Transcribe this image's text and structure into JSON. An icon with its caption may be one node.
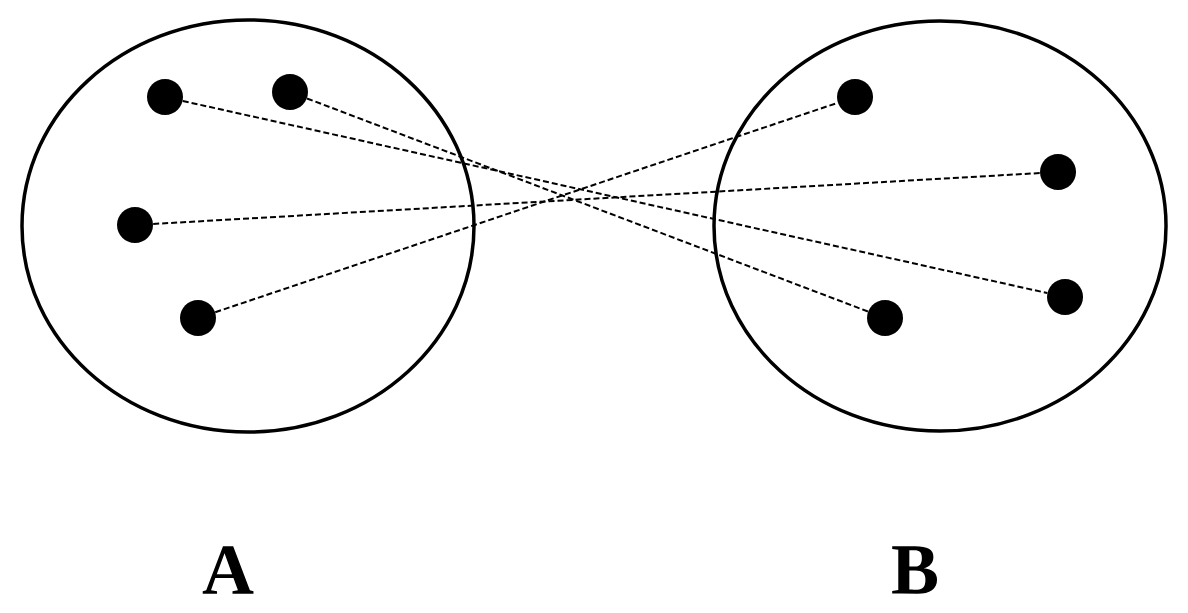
{
  "diagram": {
    "nodes": [
      {
        "text": [
          "A"
        ]
      },
      {
        "text": [],
        "shape": "circle",
        "in": 0
      },
      {
        "text": [],
        "shape": "circle",
        "in": 0
      },
      {
        "text": [],
        "shape": "circle",
        "in": 0
      },
      {
        "text": [],
        "shape": "circle",
        "in": 0
      },
      {
        "text": [
          "B"
        ]
      },
      {
        "text": [],
        "shape": "circle",
        "in": 5
      },
      {
        "text": [],
        "shape": "circle",
        "in": 5
      },
      {
        "text": [],
        "shape": "circle",
        "in": 5
      },
      {
        "text": [],
        "shape": "circle",
        "in": 5
      }
    ],
    "edges": [
      {
        "from": 1,
        "to": 8,
        "arrow": "none",
        "style": "dashed"
      },
      {
        "from": 2,
        "to": 9,
        "arrow": "none",
        "style": "dashed"
      },
      {
        "from": 3,
        "to": 7,
        "arrow": "none",
        "style": "dashed"
      },
      {
        "from": 4,
        "to": 6,
        "arrow": "none",
        "style": "dashed"
      }
    ]
  }
}
